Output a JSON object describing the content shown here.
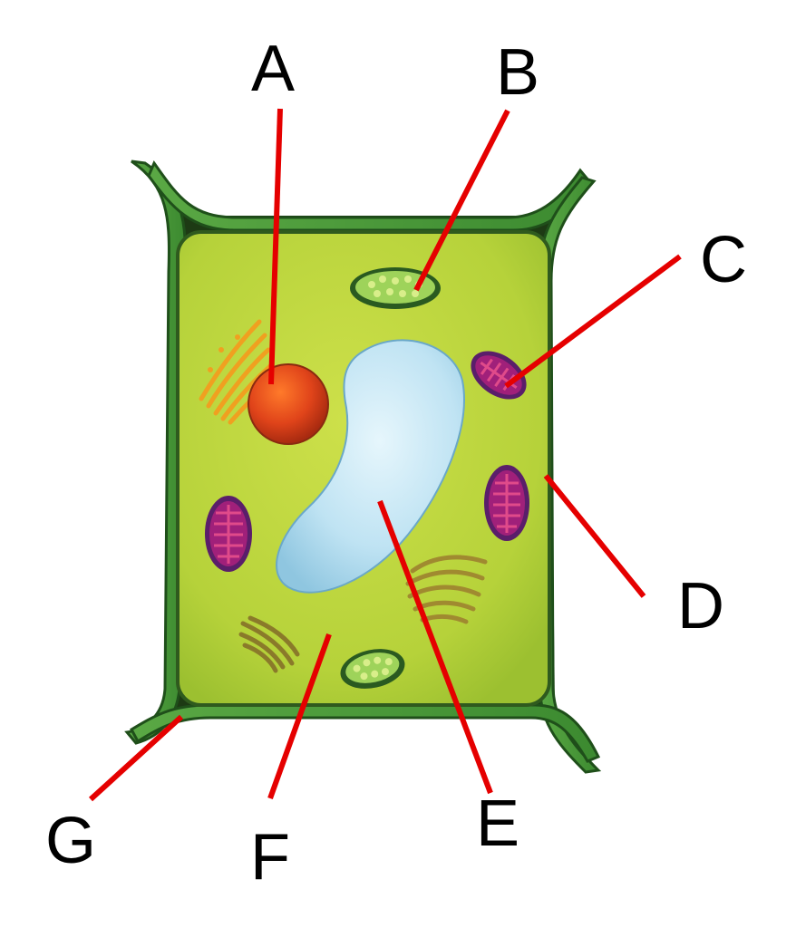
{
  "colors": {
    "background": "#ffffff",
    "leader_line": "#e50000",
    "label_text": "#000000",
    "cell_wall": "#4a9a3a",
    "cell_wall_dark": "#1f4f1a",
    "cytoplasm": "#b8d43a",
    "nucleus": "#d8401a",
    "vacuole": "#b9e2f2",
    "chloroplast": "#9ad060",
    "mitochondrion": "#7a2a8a",
    "golgi_orange": "#f0a020",
    "golgi_olive": "#a08a30"
  },
  "labels": {
    "a": "A",
    "b": "B",
    "c": "C",
    "d": "D",
    "e": "E",
    "f": "F",
    "g": "G"
  }
}
